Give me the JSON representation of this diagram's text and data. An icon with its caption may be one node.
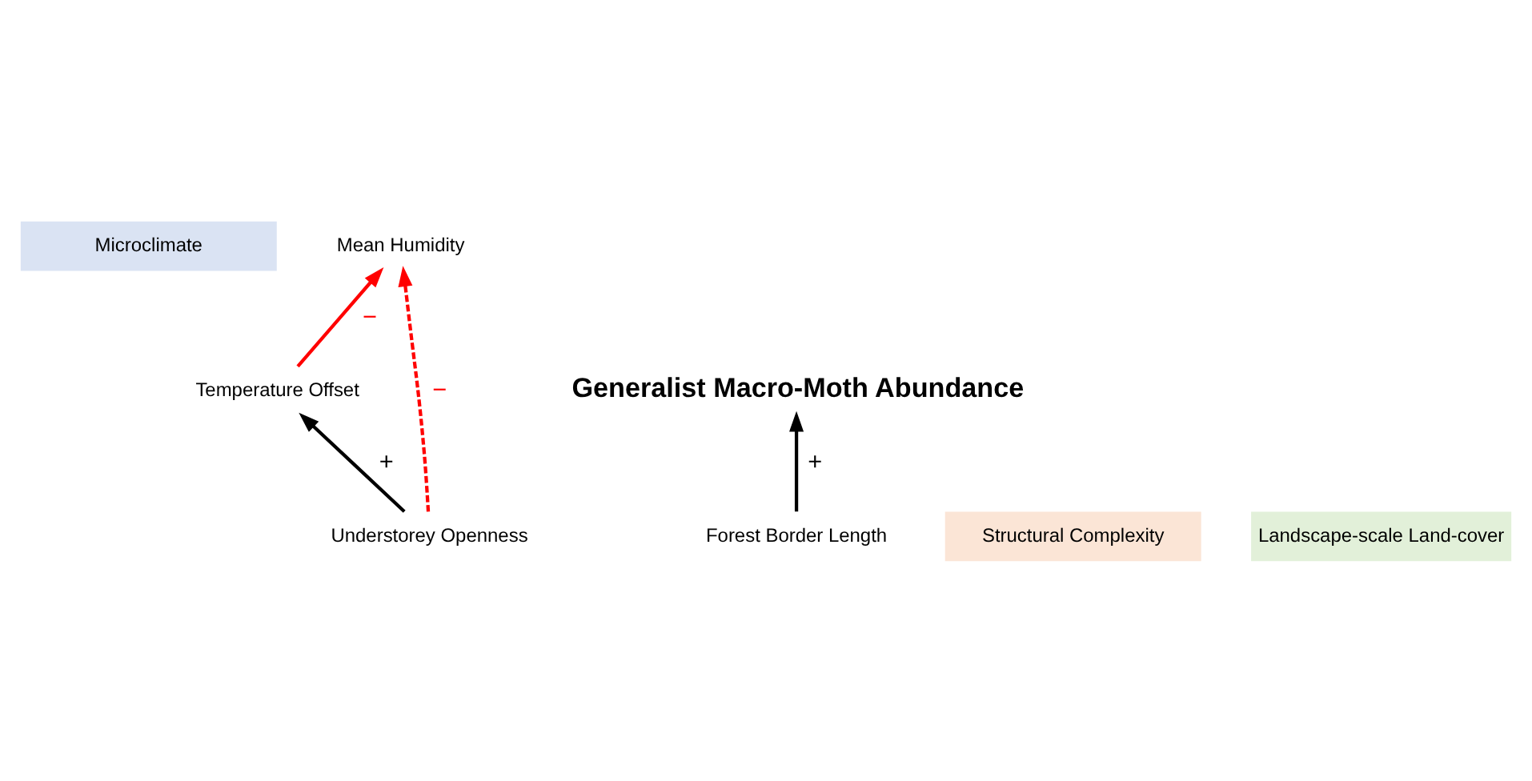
{
  "diagram": {
    "nodes": [
      {
        "text": [
          "Microclimate"
        ]
      },
      {
        "text": [
          "Temperature Offset"
        ]
      },
      {
        "text": [
          "Mean Humidity"
        ]
      },
      {
        "text": [
          "Generalist Macro-Moth Abundance"
        ]
      },
      {
        "text": [
          "Structural Complexity"
        ]
      },
      {
        "text": [
          "Understorey Openness"
        ]
      },
      {
        "text": [
          "Landscape-scale Land-cover"
        ]
      },
      {
        "text": [
          "Forest Border Length"
        ]
      }
    ],
    "edges": [
      {
        "from": 5,
        "to": 1,
        "arrow": "to",
        "label": "+"
      },
      {
        "from": 1,
        "to": 2,
        "arrow": "to",
        "label": "−",
        "color": "#ff0000"
      },
      {
        "from": 5,
        "to": 2,
        "arrow": "to",
        "label": "−",
        "style": "dashed",
        "color": "#ff0000"
      },
      {
        "from": 7,
        "to": 3,
        "arrow": "to",
        "label": "+"
      }
    ]
  }
}
